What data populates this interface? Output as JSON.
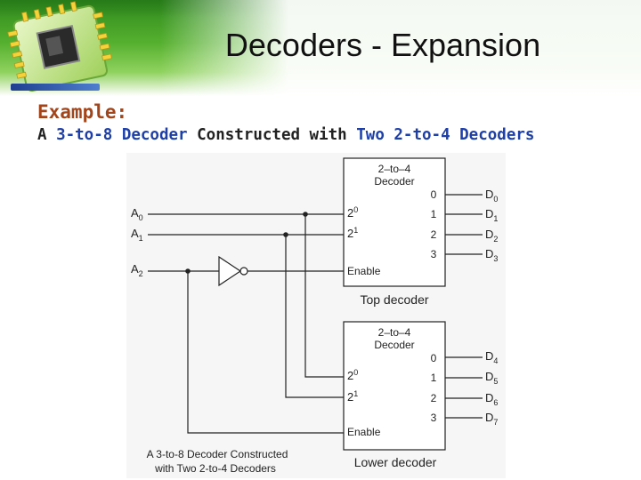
{
  "slide": {
    "title": "Decoders - Expansion",
    "example_label": "Example:",
    "subtitle": {
      "a": "A ",
      "b": "3-to-8 Decoder",
      "c": " Constructed with ",
      "d": "Two 2-to-4 Decoders"
    },
    "colors": {
      "header_green": "#56b02f",
      "example_color": "#a2451b",
      "highlight_blue": "#1e3fa8"
    }
  },
  "diagram": {
    "inputs": [
      {
        "base": "A",
        "sub": "0"
      },
      {
        "base": "A",
        "sub": "1"
      },
      {
        "base": "A",
        "sub": "2"
      }
    ],
    "top_decoder": {
      "type_line1": "2–to–4",
      "type_line2": "Decoder",
      "in0": {
        "base": "2",
        "sup": "0"
      },
      "in1": {
        "base": "2",
        "sup": "1"
      },
      "enable": "Enable",
      "outputs": [
        "0",
        "1",
        "2",
        "3"
      ],
      "output_labels": [
        {
          "base": "D",
          "sub": "0"
        },
        {
          "base": "D",
          "sub": "1"
        },
        {
          "base": "D",
          "sub": "2"
        },
        {
          "base": "D",
          "sub": "3"
        }
      ],
      "caption": "Top decoder"
    },
    "lower_decoder": {
      "type_line1": "2–to–4",
      "type_line2": "Decoder",
      "in0": {
        "base": "2",
        "sup": "0"
      },
      "in1": {
        "base": "2",
        "sup": "1"
      },
      "enable": "Enable",
      "outputs": [
        "0",
        "1",
        "2",
        "3"
      ],
      "output_labels": [
        {
          "base": "D",
          "sub": "4"
        },
        {
          "base": "D",
          "sub": "5"
        },
        {
          "base": "D",
          "sub": "6"
        },
        {
          "base": "D",
          "sub": "7"
        }
      ],
      "caption": "Lower decoder"
    },
    "figure_caption_line1": "A 3-to-8 Decoder Constructed",
    "figure_caption_line2": "with Two 2-to-4 Decoders"
  }
}
